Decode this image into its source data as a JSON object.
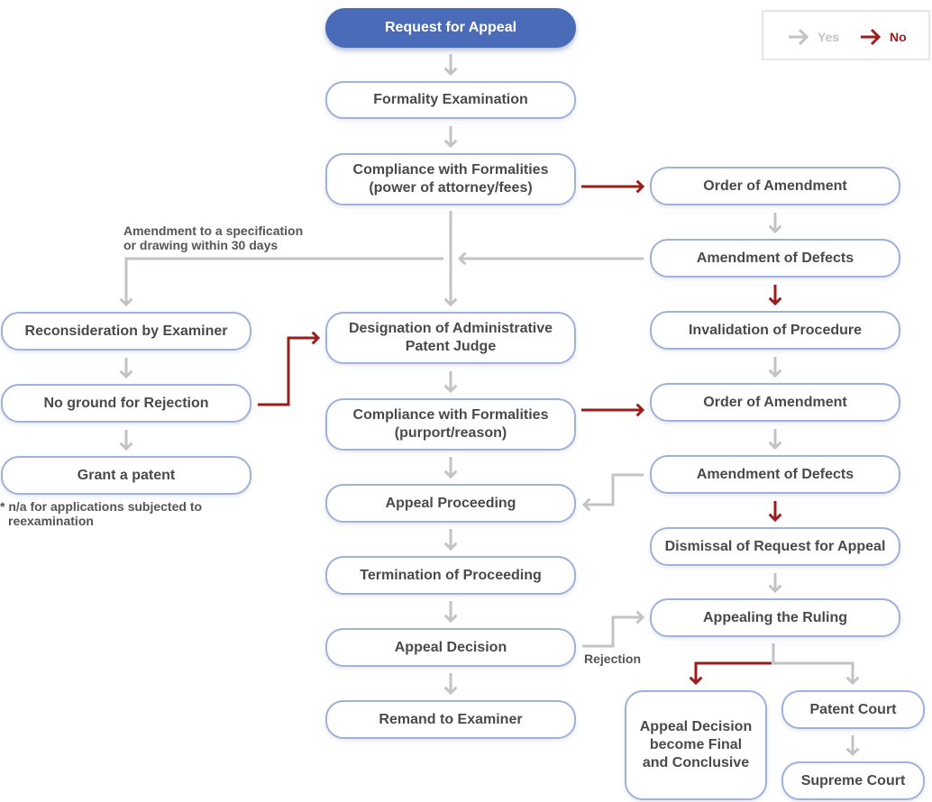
{
  "legend": {
    "yes_label": "Yes",
    "no_label": "No",
    "yes_color": "#c3c3c3",
    "no_color": "#9c1c1c"
  },
  "colors": {
    "node_border": "#9fb1de",
    "start_fill": "#4a6cb8",
    "text": "#4a4a4a"
  },
  "nodes": {
    "request": "Request for Appeal",
    "formality": "Formality Examination",
    "compliance1": [
      "Compliance with Formalities",
      "(power of attorney/fees)"
    ],
    "order1": "Order of Amendment",
    "amend1": "Amendment of Defects",
    "invalidation": "Invalidation of Procedure",
    "reconsideration": "Reconsideration by Examiner",
    "no_ground": "No ground for Rejection",
    "grant": "Grant a patent",
    "designation": [
      "Designation of Administrative",
      "Patent Judge"
    ],
    "compliance2": [
      "Compliance with Formalities",
      "(purport/reason)"
    ],
    "order2": "Order of Amendment",
    "amend2": "Amendment of Defects",
    "dismissal": "Dismissal of Request for Appeal",
    "proceeding": "Appeal Proceeding",
    "termination": "Termination of Proceeding",
    "decision": "Appeal Decision",
    "remand": "Remand to Examiner",
    "appealing": "Appealing the Ruling",
    "final": [
      "Appeal Decision",
      "become Final",
      "and Conclusive"
    ],
    "patent_court": "Patent Court",
    "supreme_court": "Supreme Court"
  },
  "notes": {
    "amendment": [
      "Amendment to a specification",
      "or drawing within 30 days"
    ],
    "na": [
      "* n/a for applications subjected to",
      "reexamination"
    ],
    "rejection": "Rejection"
  }
}
